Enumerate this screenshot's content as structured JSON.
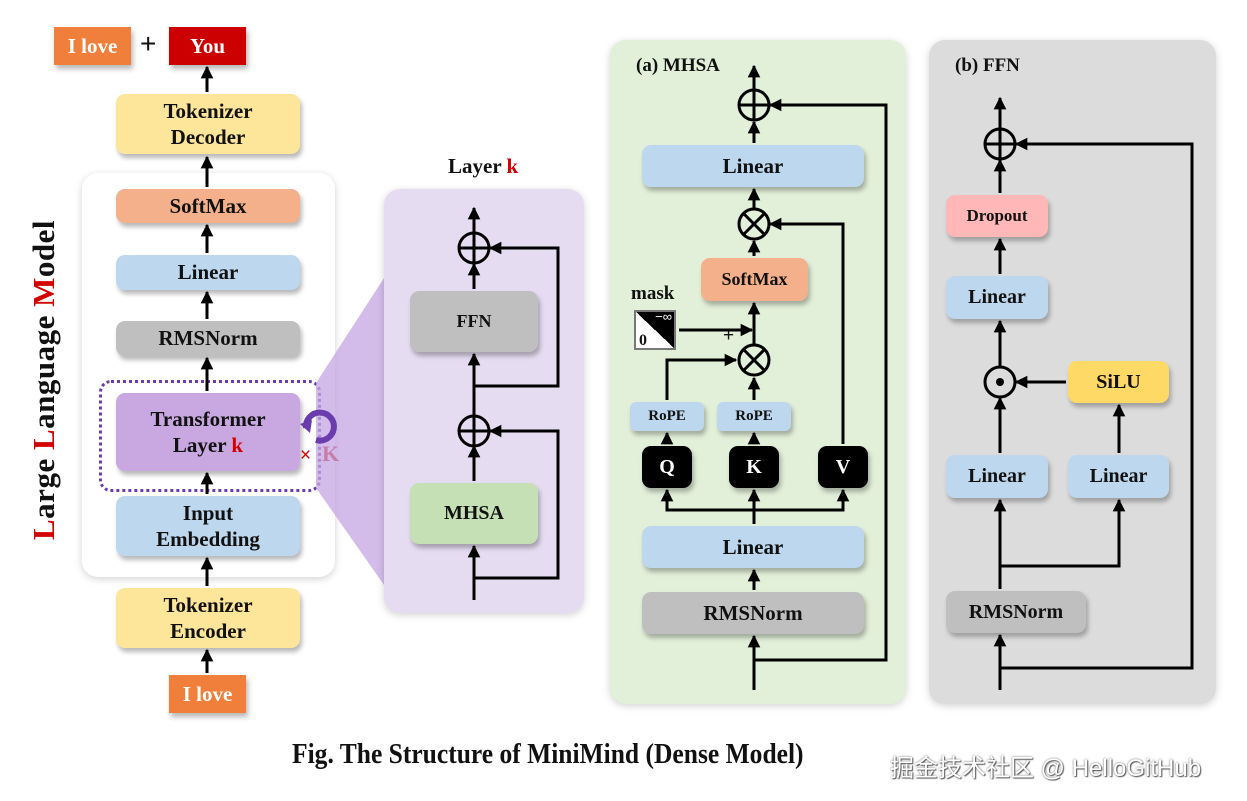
{
  "colors": {
    "orange_token": "#ef7f3a",
    "red_token": "#cc0000",
    "yellow_tokenizer": "#fde59a",
    "softmax": "#f3b08a",
    "linear": "#bdd7ee",
    "rmsnorm": "#bfbfbf",
    "transformer": "#c9a7e0",
    "mhsa_box": "#c5e0b4",
    "dropout": "#ffb7b7",
    "silu": "#ffd966",
    "mhsa_panel": "#e2efd9",
    "ffn_panel": "#dcdcdc",
    "layer_panel": "#e6dcf1",
    "accent_red": "#d40000",
    "loop_purple": "#6a3cae"
  },
  "llm": {
    "vertical_label": {
      "part1_initial": "L",
      "part1_rest": "arge ",
      "part2_initial": "L",
      "part2_rest": "anguage ",
      "part3_initial": "M",
      "part3_rest": "odel"
    },
    "output_tokens": {
      "prefix": "I love",
      "plus": "+",
      "generated": "You"
    },
    "blocks": {
      "tokenizer_decoder": "Tokenizer\nDecoder",
      "softmax": "SoftMax",
      "linear": "Linear",
      "rmsnorm": "RMSNorm",
      "transformer_line1": "Transformer",
      "transformer_line2": "Layer ",
      "transformer_k": "k",
      "repeat_times": "×",
      "repeat_K": "K",
      "input_embedding": "Input\nEmbedding",
      "tokenizer_encoder": "Tokenizer\nEncoder"
    },
    "input_token": "I love"
  },
  "layer": {
    "title": "Layer ",
    "title_k": "k",
    "ffn": "FFN",
    "mhsa": "MHSA"
  },
  "mhsa_panel": {
    "title": "(a) MHSA",
    "linear_out": "Linear",
    "softmax": "SoftMax",
    "mask_label": "mask",
    "mask_top": "−∞",
    "mask_bottom": "0",
    "plus": "+",
    "rope_q": "RoPE",
    "rope_k": "RoPE",
    "q": "Q",
    "k": "K",
    "v": "V",
    "linear_in": "Linear",
    "rmsnorm": "RMSNorm"
  },
  "ffn_panel": {
    "title": "(b) FFN",
    "dropout": "Dropout",
    "linear_out": "Linear",
    "silu": "SiLU",
    "linear_left": "Linear",
    "linear_right": "Linear",
    "rmsnorm": "RMSNorm"
  },
  "caption": "Fig. The Structure of MiniMind (Dense Model)",
  "watermark": "掘金技术社区 @ HelloGitHub"
}
